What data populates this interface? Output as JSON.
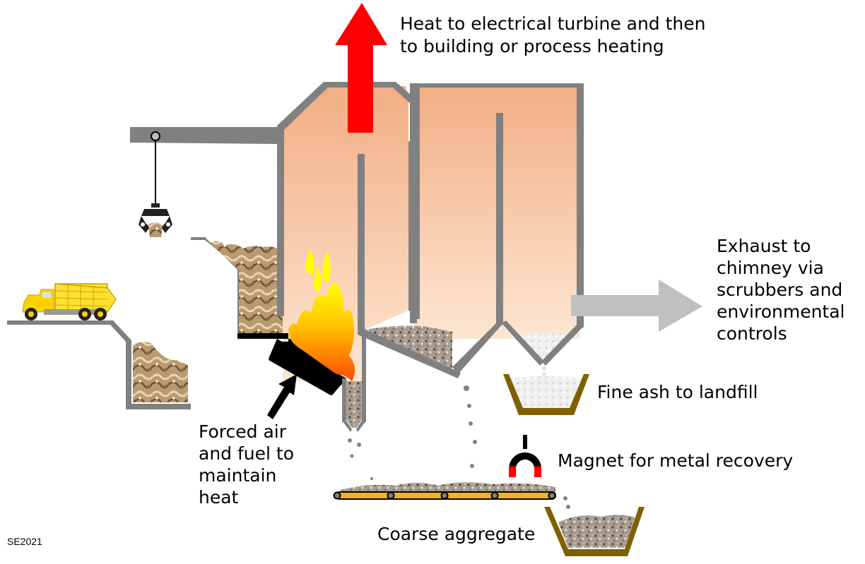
{
  "diagram": {
    "title": "Waste-to-energy incineration process",
    "labels": {
      "heat_line1": "Heat to electrical turbine and then",
      "heat_line2": "to building or process heating",
      "exhaust_line1": "Exhaust to",
      "exhaust_line2": "chimney via",
      "exhaust_line3": "scrubbers and",
      "exhaust_line4": "environmental",
      "exhaust_line5": "controls",
      "fine_ash": "Fine ash to landfill",
      "magnet": "Magnet for metal recovery",
      "coarse": "Coarse aggregate",
      "forced_line1": "Forced air",
      "forced_line2": "and fuel to",
      "forced_line3": "maintain",
      "forced_line4": "heat",
      "credit": "SE2021"
    },
    "components": [
      "garbage-truck",
      "tipping-pit",
      "crane-grab",
      "feed-hopper",
      "grate-furnace",
      "boiler-chamber",
      "ash-hopper",
      "fly-ash-hopper",
      "conveyor-belt",
      "magnet",
      "coarse-aggregate-bin",
      "fine-ash-bin"
    ],
    "colors": {
      "wall": "#808080",
      "chamber_top": "#F2AE84",
      "chamber_bottom": "#FCE3CC",
      "heat_arrow": "#FF0000",
      "exhaust_arrow": "#C0C0C0",
      "truck": "#FFD700",
      "conveyor": "#F5B21A",
      "bin": "#7F6000",
      "magnet_red": "#FF0000"
    }
  }
}
